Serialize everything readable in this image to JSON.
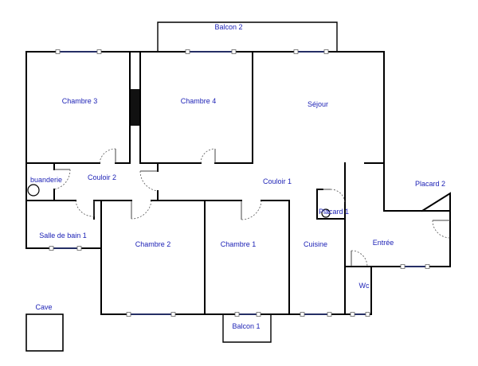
{
  "plan": {
    "rooms": [
      {
        "id": "chambre3",
        "label": "Chambre 3"
      },
      {
        "id": "chambre4",
        "label": "Chambre 4"
      },
      {
        "id": "sejour",
        "label": "Séjour"
      },
      {
        "id": "balcon2",
        "label": "Balcon 2"
      },
      {
        "id": "buanderie",
        "label": "buanderie"
      },
      {
        "id": "couloir2",
        "label": "Couloir 2"
      },
      {
        "id": "couloir1",
        "label": "Couloir 1"
      },
      {
        "id": "placard2",
        "label": "Placard 2"
      },
      {
        "id": "placard1",
        "label": "Placard 1"
      },
      {
        "id": "salledebain1",
        "label": "Salle de bain 1"
      },
      {
        "id": "chambre2",
        "label": "Chambre 2"
      },
      {
        "id": "chambre1",
        "label": "Chambre 1"
      },
      {
        "id": "cuisine",
        "label": "Cuisine"
      },
      {
        "id": "entree",
        "label": "Entrée"
      },
      {
        "id": "wc",
        "label": "Wc"
      },
      {
        "id": "cave",
        "label": "Cave"
      },
      {
        "id": "balcon1",
        "label": "Balcon 1"
      }
    ]
  }
}
